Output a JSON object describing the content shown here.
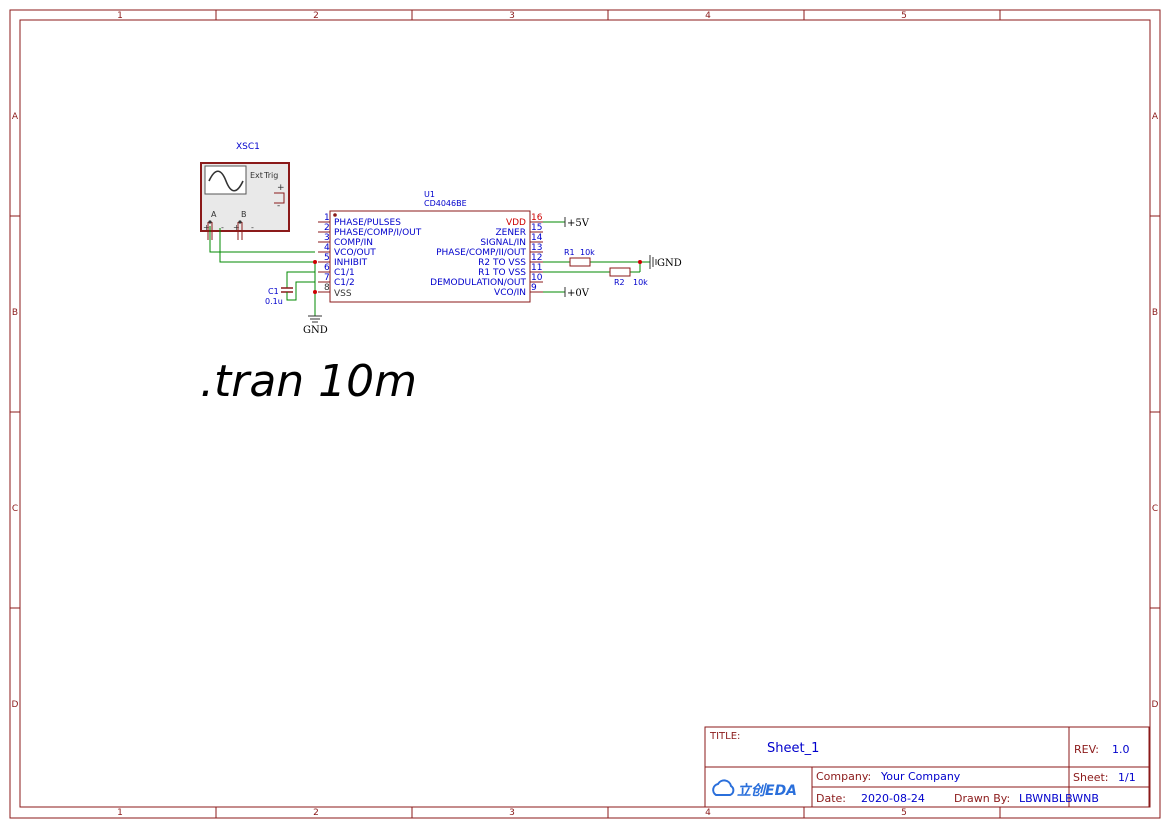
{
  "border": {
    "columns": [
      "1",
      "2",
      "3",
      "4",
      "5"
    ],
    "rows": [
      "A",
      "B",
      "C",
      "D"
    ]
  },
  "oscilloscope": {
    "designator": "XSC1",
    "ext_label": "Ext",
    "trig_label": "Trig",
    "plus": "+",
    "minus": "-",
    "ch_a": "A",
    "ch_b": "B"
  },
  "ic": {
    "designator": "U1",
    "part": "CD4046BE",
    "left_pins": [
      {
        "num": "1",
        "name": "PHASE/PULSES"
      },
      {
        "num": "2",
        "name": "PHASE/COMP/I/OUT"
      },
      {
        "num": "3",
        "name": "COMP/IN"
      },
      {
        "num": "4",
        "name": "VCO/OUT"
      },
      {
        "num": "5",
        "name": "INHIBIT"
      },
      {
        "num": "6",
        "name": "C1/1"
      },
      {
        "num": "7",
        "name": "C1/2"
      },
      {
        "num": "8",
        "name": "VSS"
      }
    ],
    "right_pins": [
      {
        "num": "16",
        "name": "VDD"
      },
      {
        "num": "15",
        "name": "ZENER"
      },
      {
        "num": "14",
        "name": "SIGNAL/IN"
      },
      {
        "num": "13",
        "name": "PHASE/COMP/II/OUT"
      },
      {
        "num": "12",
        "name": "R2 TO VSS"
      },
      {
        "num": "11",
        "name": "R1 TO VSS"
      },
      {
        "num": "10",
        "name": "DEMODULATION/OUT"
      },
      {
        "num": "9",
        "name": "VCO/IN"
      }
    ]
  },
  "components": {
    "c1": {
      "designator": "C1",
      "value": "0.1u"
    },
    "r1": {
      "designator": "R1",
      "value": "10k"
    },
    "r2": {
      "designator": "R2",
      "value": "10k"
    }
  },
  "nets": {
    "vdd": "+5V",
    "vcoin": "+0V",
    "gnd_left": "GND",
    "gnd_right": "GND"
  },
  "directive": ".tran 10m",
  "title_block": {
    "title_label": "TITLE:",
    "title": "Sheet_1",
    "rev_label": "REV:",
    "rev": "1.0",
    "company_label": "Company:",
    "company": "Your Company",
    "sheet_label": "Sheet:",
    "sheet": "1/1",
    "date_label": "Date:",
    "date": "2020-08-24",
    "drawn_label": "Drawn By:",
    "drawn_by": "LBWNBLBWNB",
    "logo_text": "立创EDA"
  },
  "colors": {
    "border": "#8b1a1a",
    "wire": "#008800",
    "label": "#0000cc",
    "pin_red": "#cc0000",
    "junction": "#cc0000"
  }
}
